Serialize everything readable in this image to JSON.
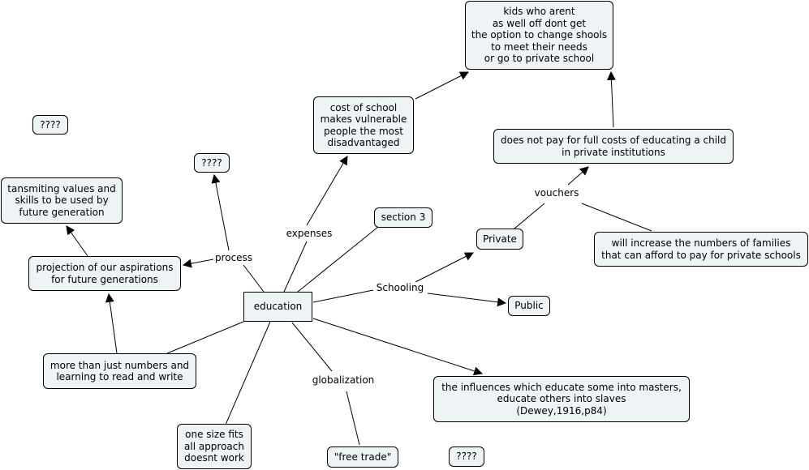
{
  "concept_map": {
    "root": "education",
    "nodes": {
      "kids": "kids who arent\nas well off dont get\nthe option to change shools\nto meet their needs\nor go to private school",
      "q1": "????",
      "cost": "cost of school\nmakes vulnerable\npeople the most\ndisadvantaged",
      "does_not_pay": "does not pay for full costs of educating a child\nin private institutions",
      "q2": "????",
      "transmit": "tansmiting values and\nskills to be used by\nfuture generation",
      "section3": "section 3",
      "private": "Private",
      "increase": "will increase the numbers of families\nthat can afford to pay for private schools",
      "projection": "projection of our aspirations\nfor future generations",
      "education": "education",
      "public": "Public",
      "more_than": "more than just numbers and\nlearning to read and write",
      "influences": "the influences which educate some into masters,\neducate others into slaves\n(Dewey,1916,p84)",
      "one_size": "one size fits\nall approach\ndoesnt work",
      "free_trade": "\"free trade\"",
      "q3": "????"
    },
    "link_labels": {
      "vouchers": "vouchers",
      "expenses": "expenses",
      "process": "process",
      "schooling": "Schooling",
      "globalization": "globalization"
    },
    "colors": {
      "node_fill": "#eef3f5",
      "line": "#000000",
      "background": "#ffffff"
    }
  }
}
